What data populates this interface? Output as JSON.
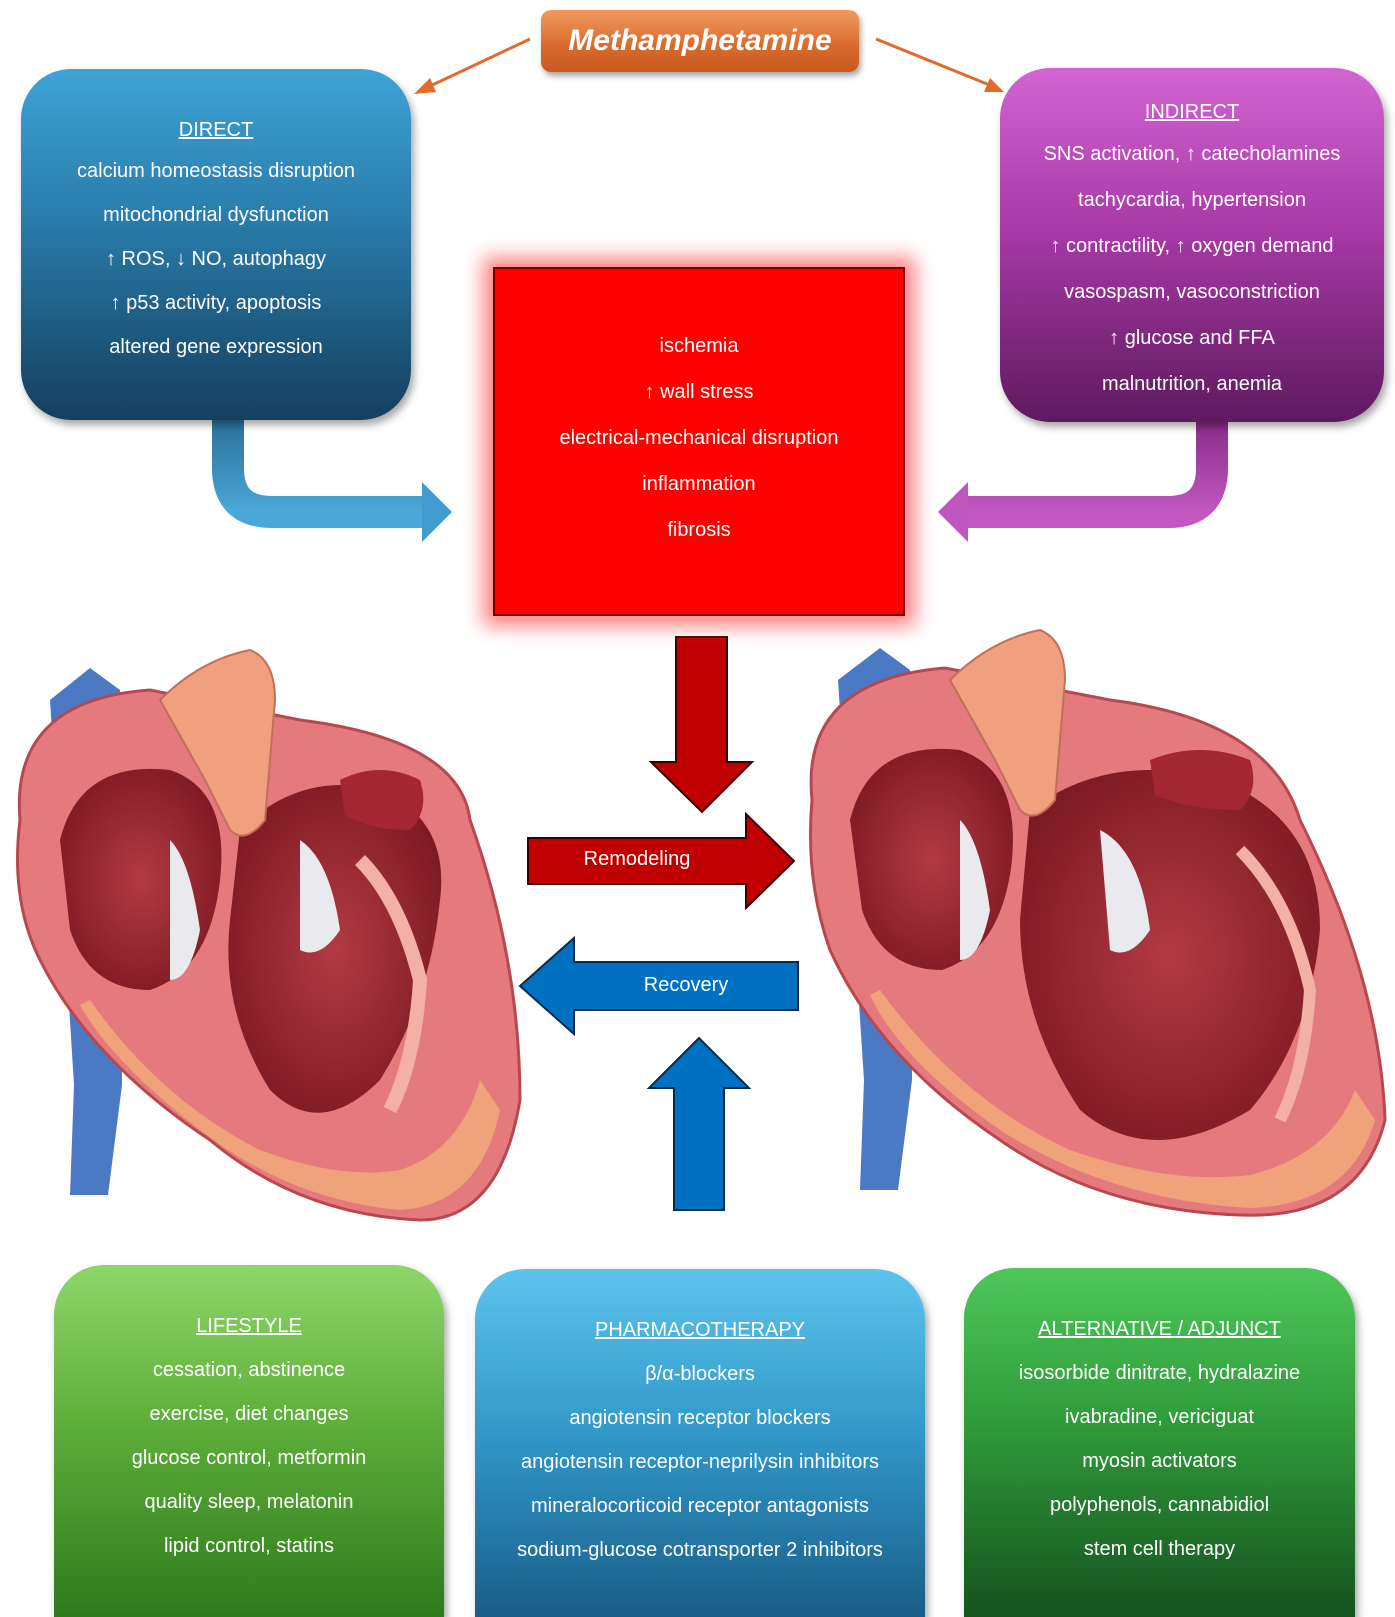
{
  "title": "Methamphetamine",
  "direct": {
    "header": "DIRECT",
    "items": [
      "calcium homeostasis disruption",
      "mitochondrial dysfunction",
      "↑ ROS, ↓ NO, autophagy",
      "↑ p53 activity, apoptosis",
      "altered gene expression"
    ]
  },
  "indirect": {
    "header": "INDIRECT",
    "items": [
      "SNS activation, ↑ catecholamines",
      "tachycardia, hypertension",
      "↑ contractility, ↑ oxygen demand",
      "vasospasm, vasoconstriction",
      "↑ glucose and FFA",
      "malnutrition, anemia"
    ]
  },
  "center": {
    "items": [
      "ischemia",
      "↑ wall stress",
      "electrical-mechanical disruption",
      "inflammation",
      "fibrosis"
    ]
  },
  "arrows": {
    "remodeling": "Remodeling",
    "recovery": "Recovery"
  },
  "lifestyle": {
    "header": "LIFESTYLE",
    "items": [
      "cessation, abstinence",
      "exercise, diet changes",
      "glucose control, metformin",
      "quality sleep, melatonin",
      "lipid control, statins"
    ]
  },
  "pharmacotherapy": {
    "header": "PHARMACOTHERAPY",
    "items": [
      "β/α-blockers",
      "angiotensin receptor blockers",
      "angiotensin receptor-neprilysin inhibitors",
      "mineralocorticoid receptor antagonists",
      "sodium-glucose cotransporter 2 inhibitors"
    ]
  },
  "alternative": {
    "header": "ALTERNATIVE / ADJUNCT",
    "items": [
      "isosorbide dinitrate, hydralazine",
      "ivabradine, vericiguat",
      "myosin activators",
      "polyphenols, cannabidiol",
      "stem cell therapy"
    ]
  },
  "colors": {
    "direct": "#2a7fae",
    "indirect": "#a83aa8",
    "center": "#ff0000",
    "remodeling_arrow": "#c00000",
    "recovery_arrow": "#0070c0",
    "lifestyle": "#5eae3a",
    "pharmacotherapy": "#2f95c6",
    "alternative": "#2f9a3a",
    "title": "#d9692c"
  }
}
